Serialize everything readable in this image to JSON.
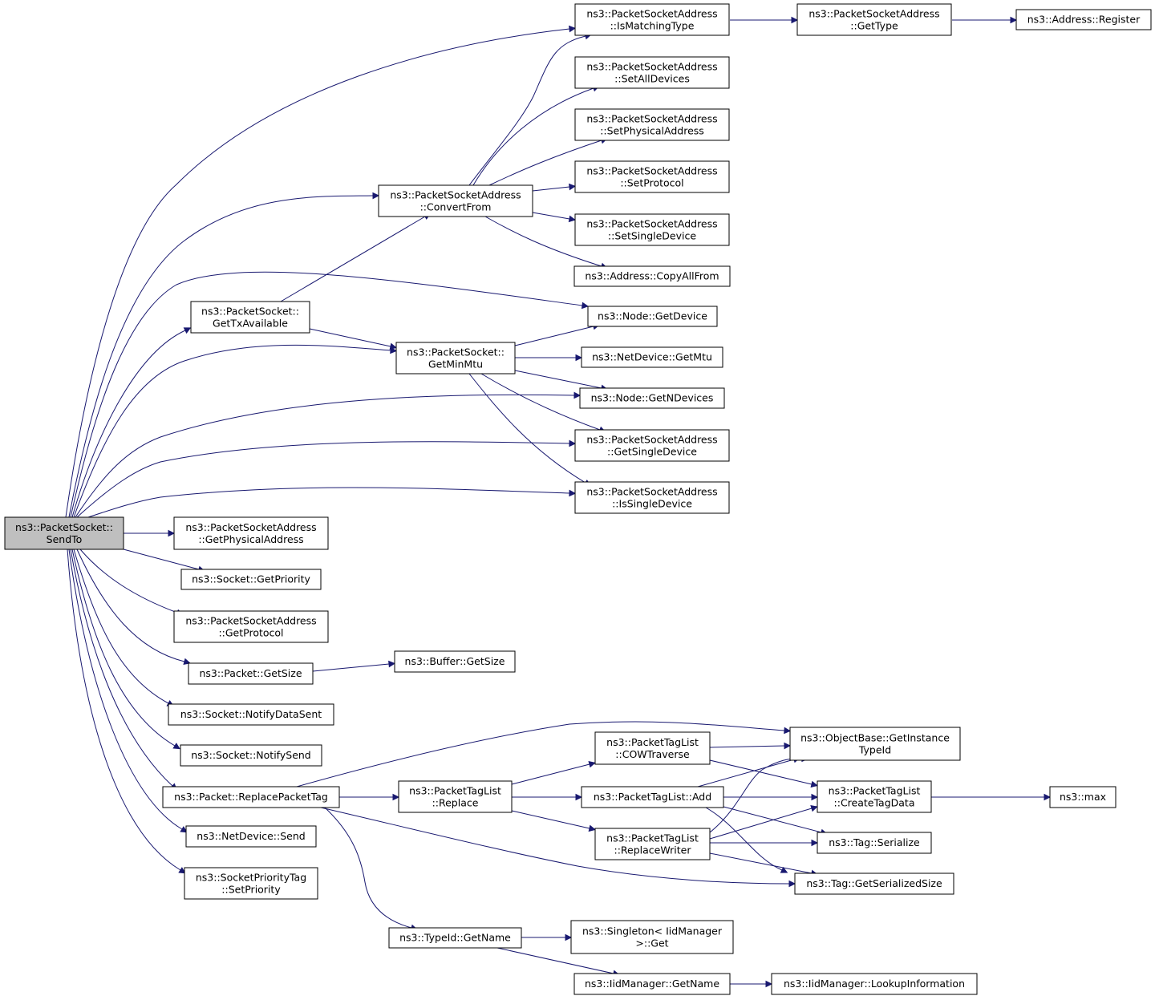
{
  "colors": {
    "edge": "#191970",
    "node_border": "#000000",
    "root_fill": "#bfbfbf",
    "node_fill": "#ffffff"
  },
  "nodes": {
    "sendto": [
      "ns3::PacketSocket::",
      "SendTo"
    ],
    "psa_ismatchingtype": [
      "ns3::PacketSocketAddress",
      "::IsMatchingType"
    ],
    "psa_gettype": [
      "ns3::PacketSocketAddress",
      "::GetType"
    ],
    "address_register": [
      "ns3::Address::Register"
    ],
    "psa_setalldevices": [
      "ns3::PacketSocketAddress",
      "::SetAllDevices"
    ],
    "psa_setphysicaladdress": [
      "ns3::PacketSocketAddress",
      "::SetPhysicalAddress"
    ],
    "psa_setprotocol": [
      "ns3::PacketSocketAddress",
      "::SetProtocol"
    ],
    "psa_convertfrom": [
      "ns3::PacketSocketAddress",
      "::ConvertFrom"
    ],
    "psa_setsingledevice": [
      "ns3::PacketSocketAddress",
      "::SetSingleDevice"
    ],
    "address_copyallfrom": [
      "ns3::Address::CopyAllFrom"
    ],
    "ps_gettxavailable": [
      "ns3::PacketSocket::",
      "GetTxAvailable"
    ],
    "node_getdevice": [
      "ns3::Node::GetDevice"
    ],
    "ps_getminmtu": [
      "ns3::PacketSocket::",
      "GetMinMtu"
    ],
    "netdevice_getmtu": [
      "ns3::NetDevice::GetMtu"
    ],
    "node_getndevices": [
      "ns3::Node::GetNDevices"
    ],
    "psa_getsingledevice": [
      "ns3::PacketSocketAddress",
      "::GetSingleDevice"
    ],
    "psa_issingledevice": [
      "ns3::PacketSocketAddress",
      "::IsSingleDevice"
    ],
    "psa_getphysicaladdress": [
      "ns3::PacketSocketAddress",
      "::GetPhysicalAddress"
    ],
    "socket_getpriority": [
      "ns3::Socket::GetPriority"
    ],
    "psa_getprotocol": [
      "ns3::PacketSocketAddress",
      "::GetProtocol"
    ],
    "packet_getsize": [
      "ns3::Packet::GetSize"
    ],
    "buffer_getsize": [
      "ns3::Buffer::GetSize"
    ],
    "socket_notifydatasent": [
      "ns3::Socket::NotifyDataSent"
    ],
    "socket_notifysend": [
      "ns3::Socket::NotifySend"
    ],
    "packet_replacepackettag": [
      "ns3::Packet::ReplacePacketTag"
    ],
    "netdevice_send": [
      "ns3::NetDevice::Send"
    ],
    "sockprio_setpriority": [
      "ns3::SocketPriorityTag",
      "::SetPriority"
    ],
    "ptl_replace": [
      "ns3::PacketTagList",
      "::Replace"
    ],
    "ptl_cowtraverse": [
      "ns3::PacketTagList",
      "::COWTraverse"
    ],
    "ptl_add": [
      "ns3::PacketTagList::Add"
    ],
    "ptl_replacewriter": [
      "ns3::PacketTagList",
      "::ReplaceWriter"
    ],
    "objbase_getinstancetypeid": [
      "ns3::ObjectBase::GetInstance",
      "TypeId"
    ],
    "ptl_createtagdata": [
      "ns3::PacketTagList",
      "::CreateTagData"
    ],
    "ns3_max": [
      "ns3::max"
    ],
    "tag_serialize": [
      "ns3::Tag::Serialize"
    ],
    "tag_getserializedsize": [
      "ns3::Tag::GetSerializedSize"
    ],
    "typeid_getname": [
      "ns3::TypeId::GetName"
    ],
    "singleton_get": [
      "ns3::Singleton< IidManager",
      " >::Get"
    ],
    "iidmanager_getname": [
      "ns3::IidManager::GetName"
    ],
    "iidmanager_lookupinformation": [
      "ns3::IidManager::LookupInformation"
    ]
  }
}
